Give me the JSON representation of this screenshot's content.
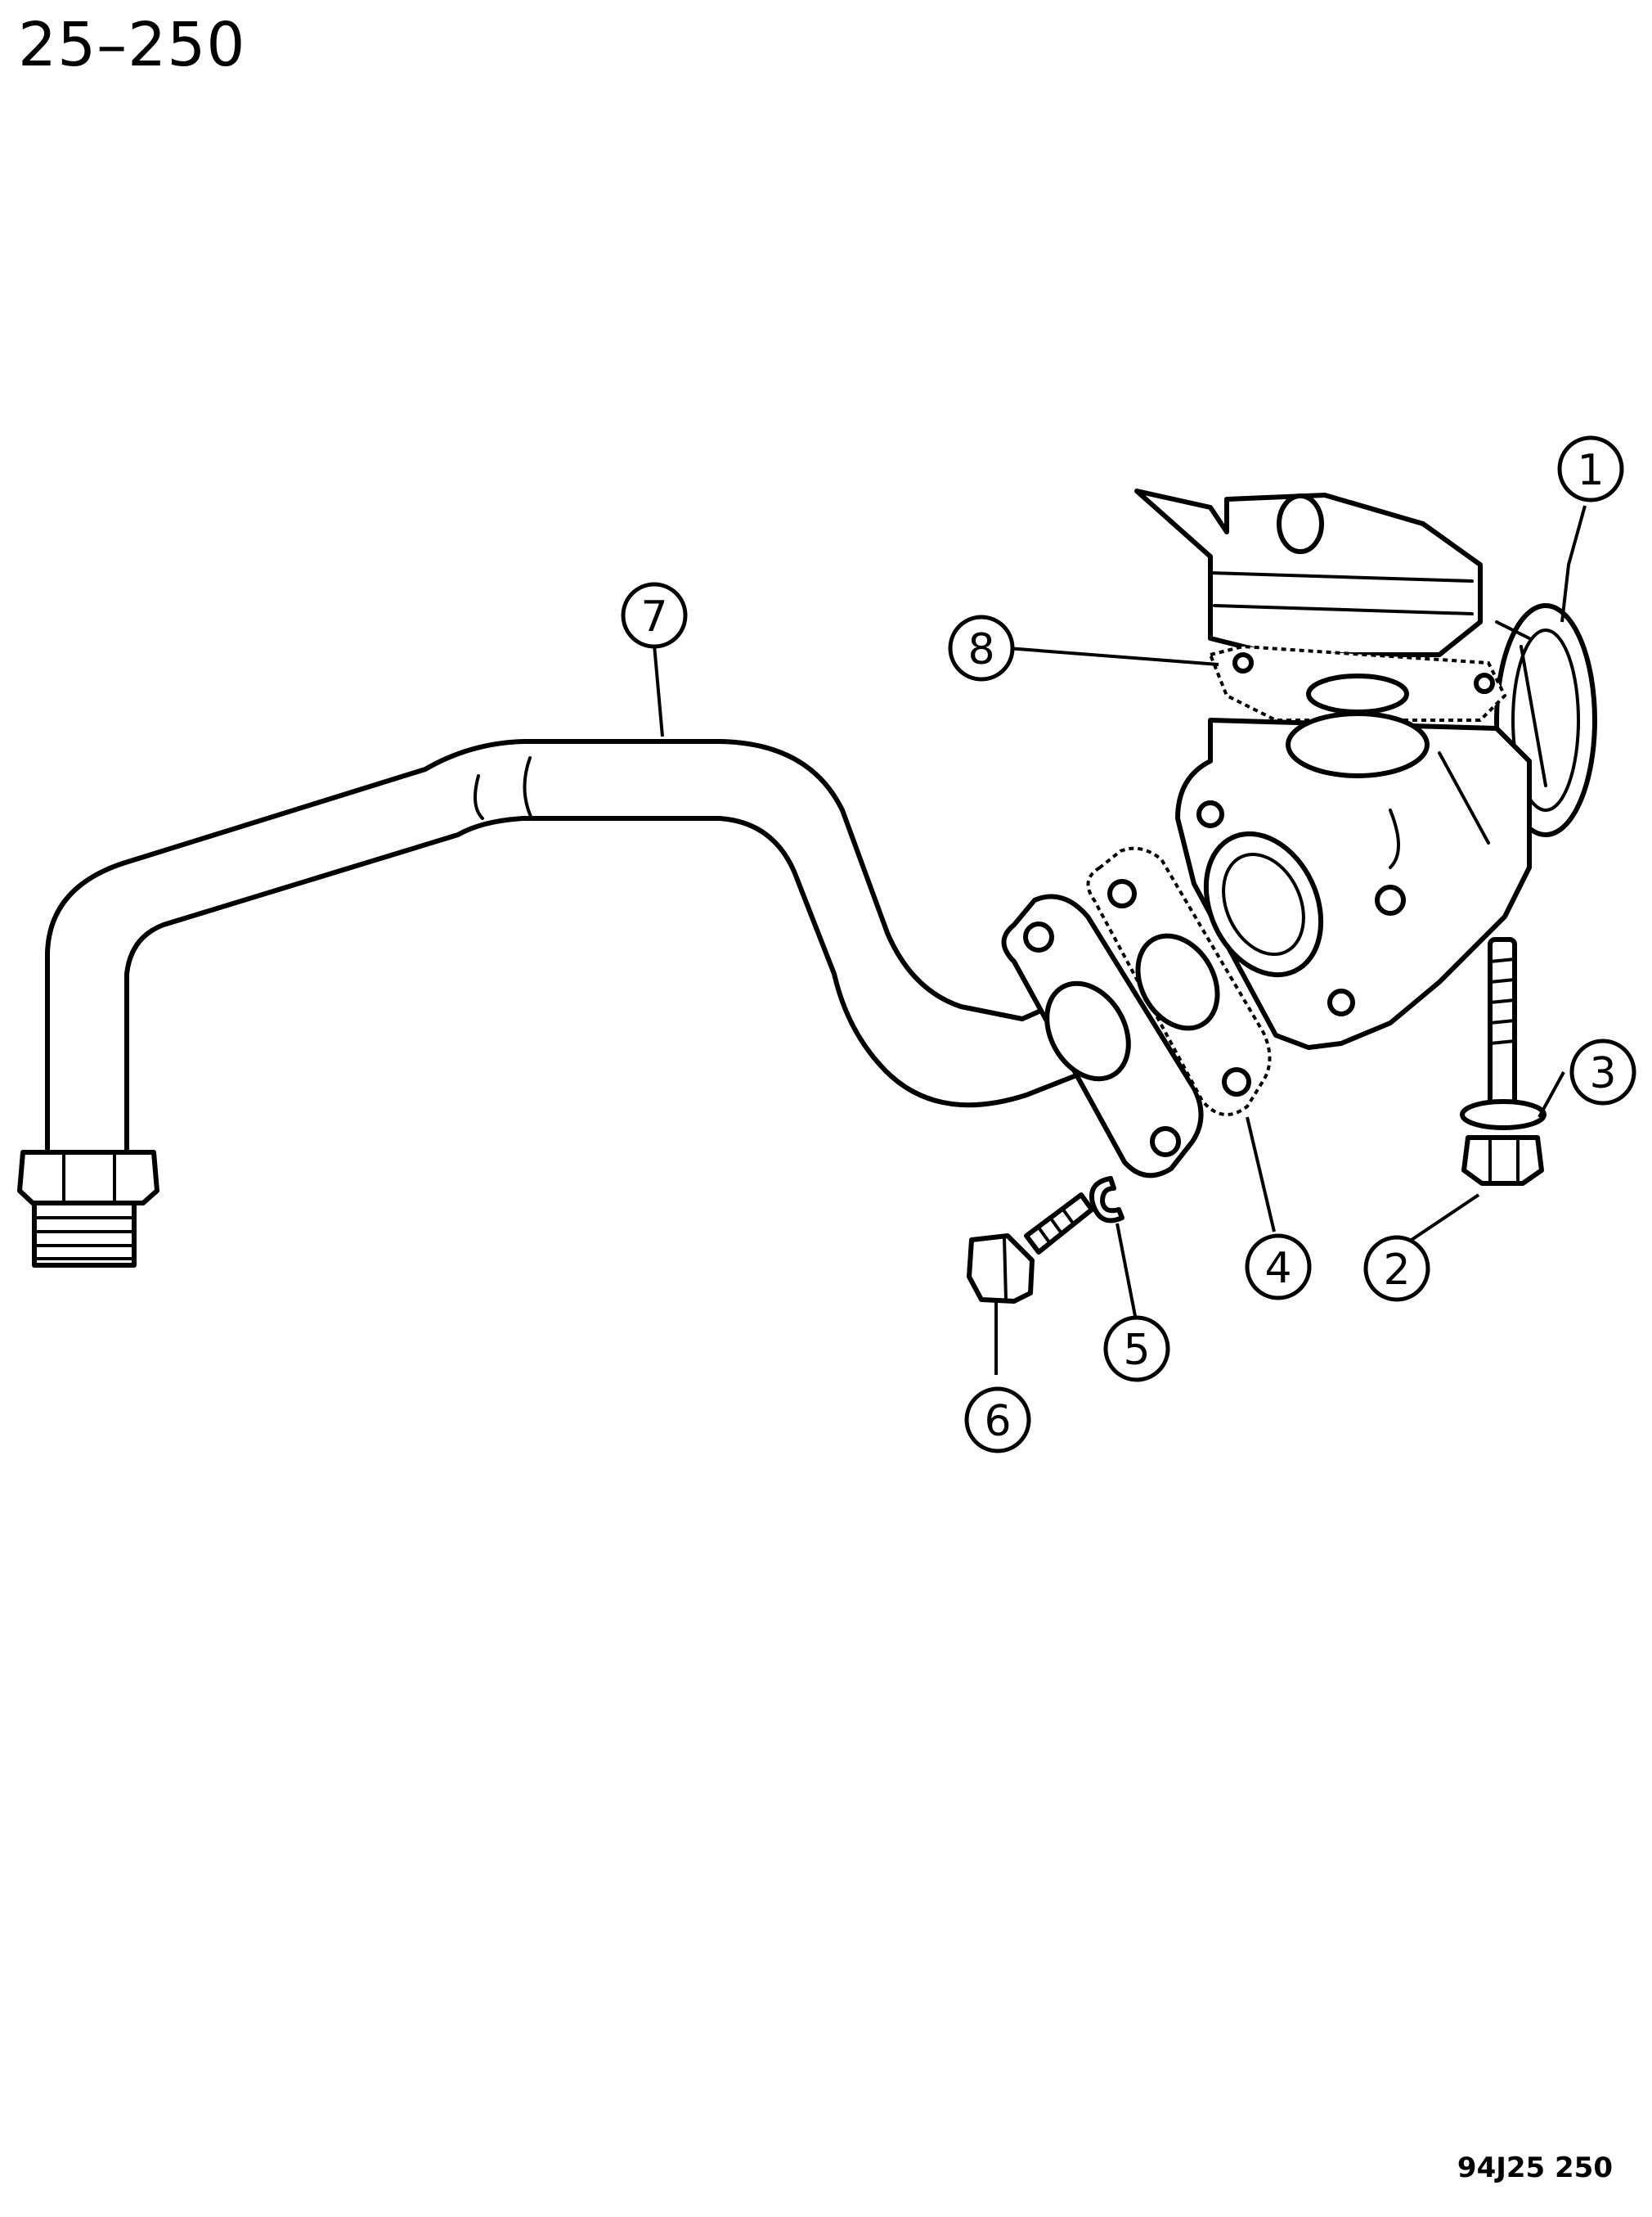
{
  "page_code": "25–250",
  "drawing_code": "94J25 250",
  "callouts": [
    {
      "id": "1",
      "label": "1"
    },
    {
      "id": "2",
      "label": "2"
    },
    {
      "id": "3",
      "label": "3"
    },
    {
      "id": "4",
      "label": "4"
    },
    {
      "id": "5",
      "label": "5"
    },
    {
      "id": "6",
      "label": "6"
    },
    {
      "id": "7",
      "label": "7"
    },
    {
      "id": "8",
      "label": "8"
    }
  ]
}
